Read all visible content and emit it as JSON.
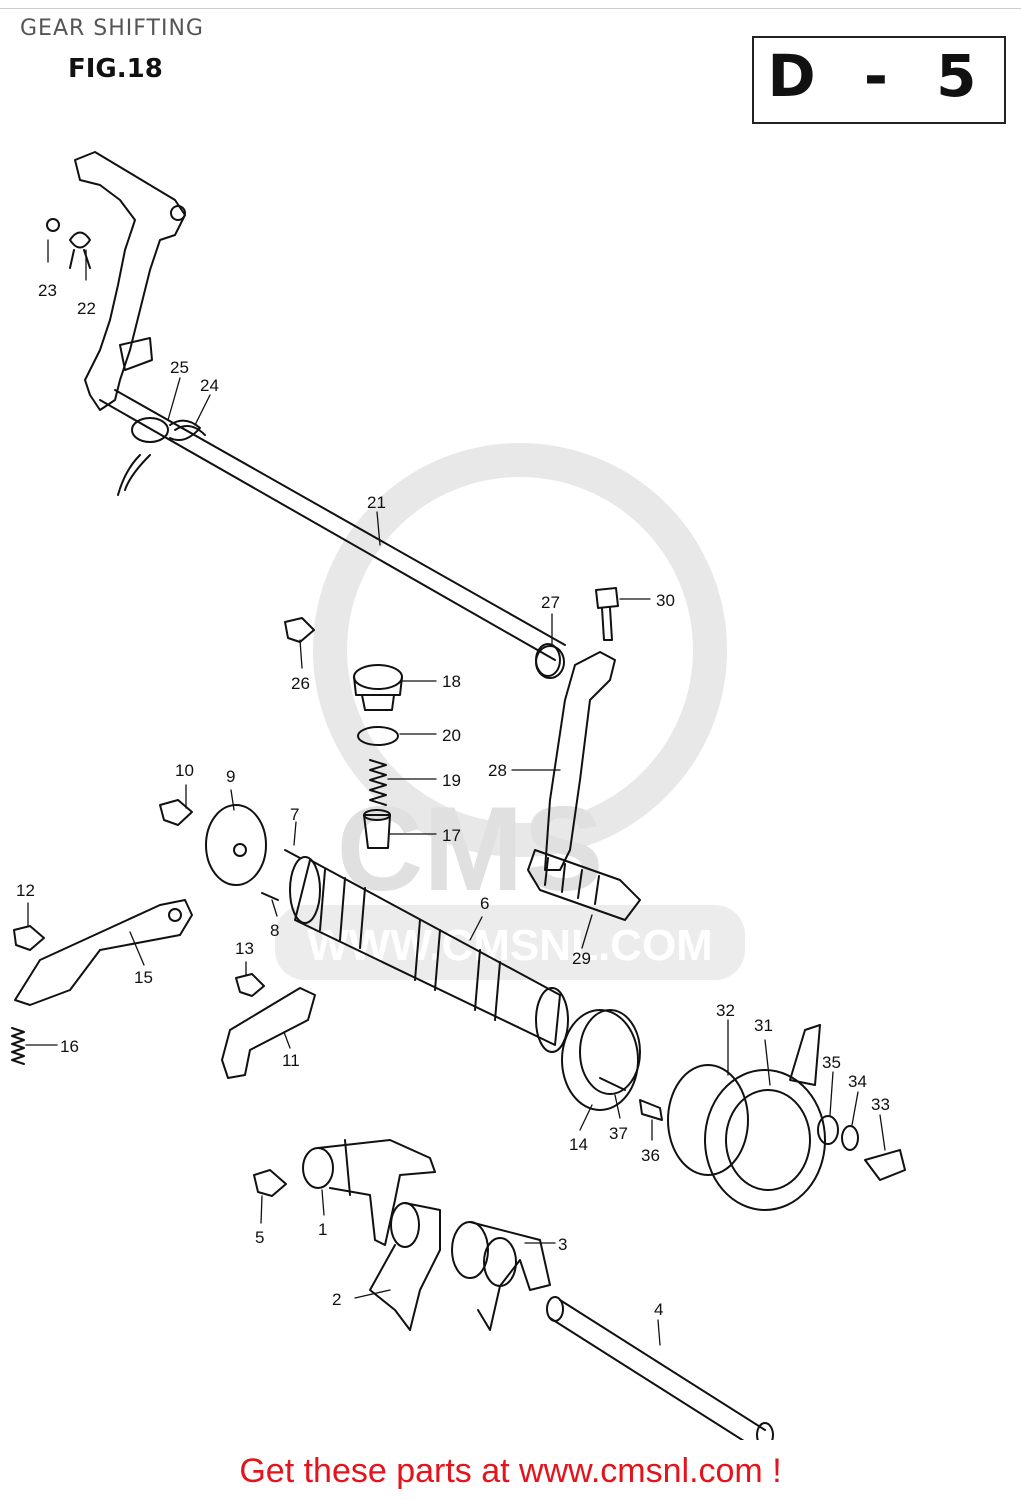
{
  "header": {
    "title": "GEAR SHIFTING",
    "figure": "FIG.18",
    "page_code": "D - 5"
  },
  "watermark": {
    "brand": "CMS",
    "url": "WWW.CMSNL.COM"
  },
  "parts": [
    {
      "number": "1"
    },
    {
      "number": "2"
    },
    {
      "number": "3"
    },
    {
      "number": "4"
    },
    {
      "number": "5"
    },
    {
      "number": "6"
    },
    {
      "number": "7"
    },
    {
      "number": "8"
    },
    {
      "number": "9"
    },
    {
      "number": "10"
    },
    {
      "number": "11"
    },
    {
      "number": "12"
    },
    {
      "number": "13"
    },
    {
      "number": "14"
    },
    {
      "number": "15"
    },
    {
      "number": "16"
    },
    {
      "number": "17"
    },
    {
      "number": "18"
    },
    {
      "number": "19"
    },
    {
      "number": "20"
    },
    {
      "number": "21"
    },
    {
      "number": "22"
    },
    {
      "number": "23"
    },
    {
      "number": "24"
    },
    {
      "number": "25"
    },
    {
      "number": "26"
    },
    {
      "number": "27"
    },
    {
      "number": "28"
    },
    {
      "number": "29"
    },
    {
      "number": "30"
    },
    {
      "number": "31"
    },
    {
      "number": "32"
    },
    {
      "number": "33"
    },
    {
      "number": "34"
    },
    {
      "number": "35"
    },
    {
      "number": "36"
    },
    {
      "number": "37"
    }
  ],
  "footer": {
    "text": "Get these parts at www.cmsnl.com !"
  },
  "colors": {
    "footer_text": "#e4141c",
    "line_art": "#111111",
    "watermark": "#e3e3e3"
  }
}
